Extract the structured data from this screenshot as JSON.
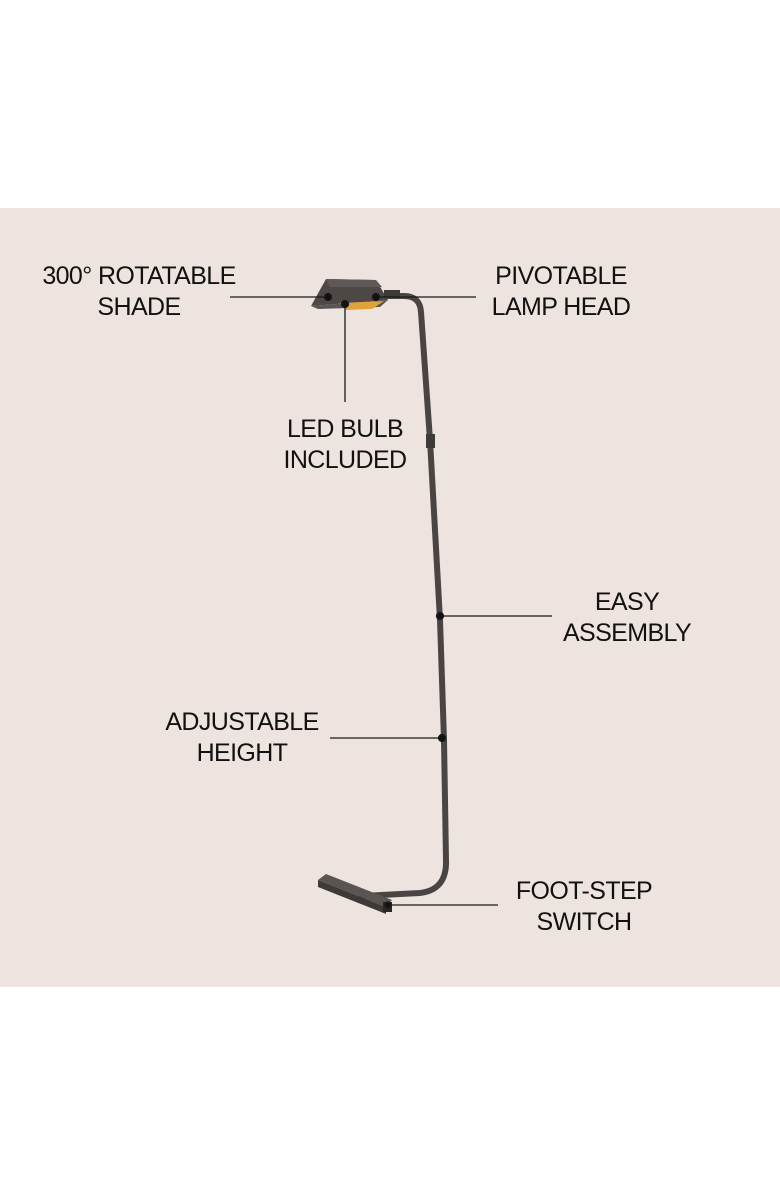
{
  "colors": {
    "background": "#ffffff",
    "panel": "#ede4e0",
    "text": "#111111",
    "lamp": "#4a4543",
    "lamp_dark": "#363230",
    "bulb_glow": "#e0a23a"
  },
  "callouts": [
    {
      "id": "rotatable-shade",
      "line1": "300° ROTATABLE",
      "line2": "SHADE"
    },
    {
      "id": "pivotable-head",
      "line1": "PIVOTABLE",
      "line2": "LAMP HEAD"
    },
    {
      "id": "led-bulb",
      "line1": "LED BULB",
      "line2": "INCLUDED"
    },
    {
      "id": "easy-assembly",
      "line1": "EASY",
      "line2": "ASSEMBLY"
    },
    {
      "id": "adjustable-height",
      "line1": "ADJUSTABLE",
      "line2": "HEIGHT"
    },
    {
      "id": "foot-step-switch",
      "line1": "FOOT-STEP",
      "line2": "SWITCH"
    }
  ]
}
